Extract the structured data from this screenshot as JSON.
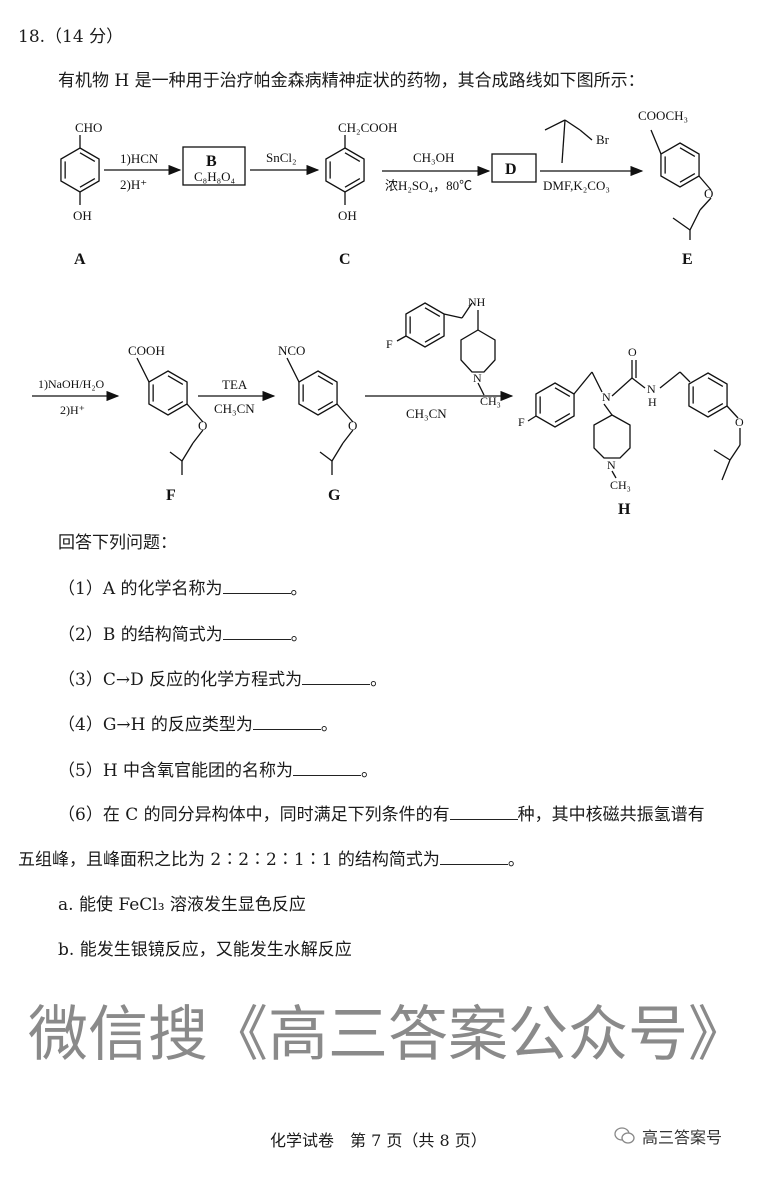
{
  "question": {
    "number": "18.（14 分）",
    "intro": "有机物 H 是一种用于治疗帕金森病精神症状的药物，其合成路线如下图所示：",
    "prompt": "回答下列问题：",
    "q1": [
      "（1）A 的化学名称为",
      "。"
    ],
    "q2": [
      "（2）B 的结构简式为",
      "。"
    ],
    "q3": [
      "（3）C→D 反应的化学方程式为",
      "。"
    ],
    "q4": [
      "（4）G→H 的反应类型为",
      "。"
    ],
    "q5": [
      "（5）H 中含氧官能团的名称为",
      "。"
    ],
    "q6a": [
      "（6）在 C 的同分异构体中，同时满足下列条件的有",
      "种，其中核磁共振氢谱有"
    ],
    "q6b": [
      "五组峰，且峰面积之比为 2∶2∶2∶1∶1 的结构简式为",
      "。"
    ],
    "cond_a": "a. 能使 FeCl₃ 溶液发生显色反应",
    "cond_b": "b. 能发生银镜反应，又能发生水解反应"
  },
  "scheme": {
    "A": {
      "label": "A",
      "top": "CHO",
      "bottom": "OH"
    },
    "step1": {
      "r1": "1)HCN",
      "r2": "2)H⁺"
    },
    "B": {
      "label": "B",
      "formula": "C₈H₈O₄"
    },
    "step2": {
      "r1": "SnCl₂"
    },
    "C": {
      "label": "C",
      "top": "CH₂COOH",
      "bottom": "OH"
    },
    "step3": {
      "r1": "CH₃OH",
      "r2": "浓H₂SO₄，80℃"
    },
    "D": {
      "label": "D"
    },
    "step4": {
      "reagent": "Br",
      "r2": "DMF,K₂CO₃"
    },
    "E": {
      "label": "E",
      "top": "COOCH₃",
      "o": "O"
    },
    "step5": {
      "r1": "1)NaOH/H₂O",
      "r2": "2)H⁺"
    },
    "F": {
      "label": "F",
      "top": "COOH",
      "o": "O"
    },
    "step6": {
      "r1": "TEA",
      "r2": "CH₃CN"
    },
    "G": {
      "label": "G",
      "top": "NCO",
      "o": "O"
    },
    "step7": {
      "f": "F",
      "nh": "NH",
      "n": "N",
      "ch3": "CH₃",
      "r2": "CH₃CN"
    },
    "H": {
      "label": "H",
      "f": "F",
      "n1": "N",
      "o": "O",
      "nh_n": "N",
      "nh_h": "H",
      "o2": "O",
      "n2": "N",
      "ch3": "CH₃"
    }
  },
  "watermark": "微信搜《高三答案公众号》",
  "footer": "化学试卷　第 7 页（共 8 页）",
  "brand": "高三答案号"
}
